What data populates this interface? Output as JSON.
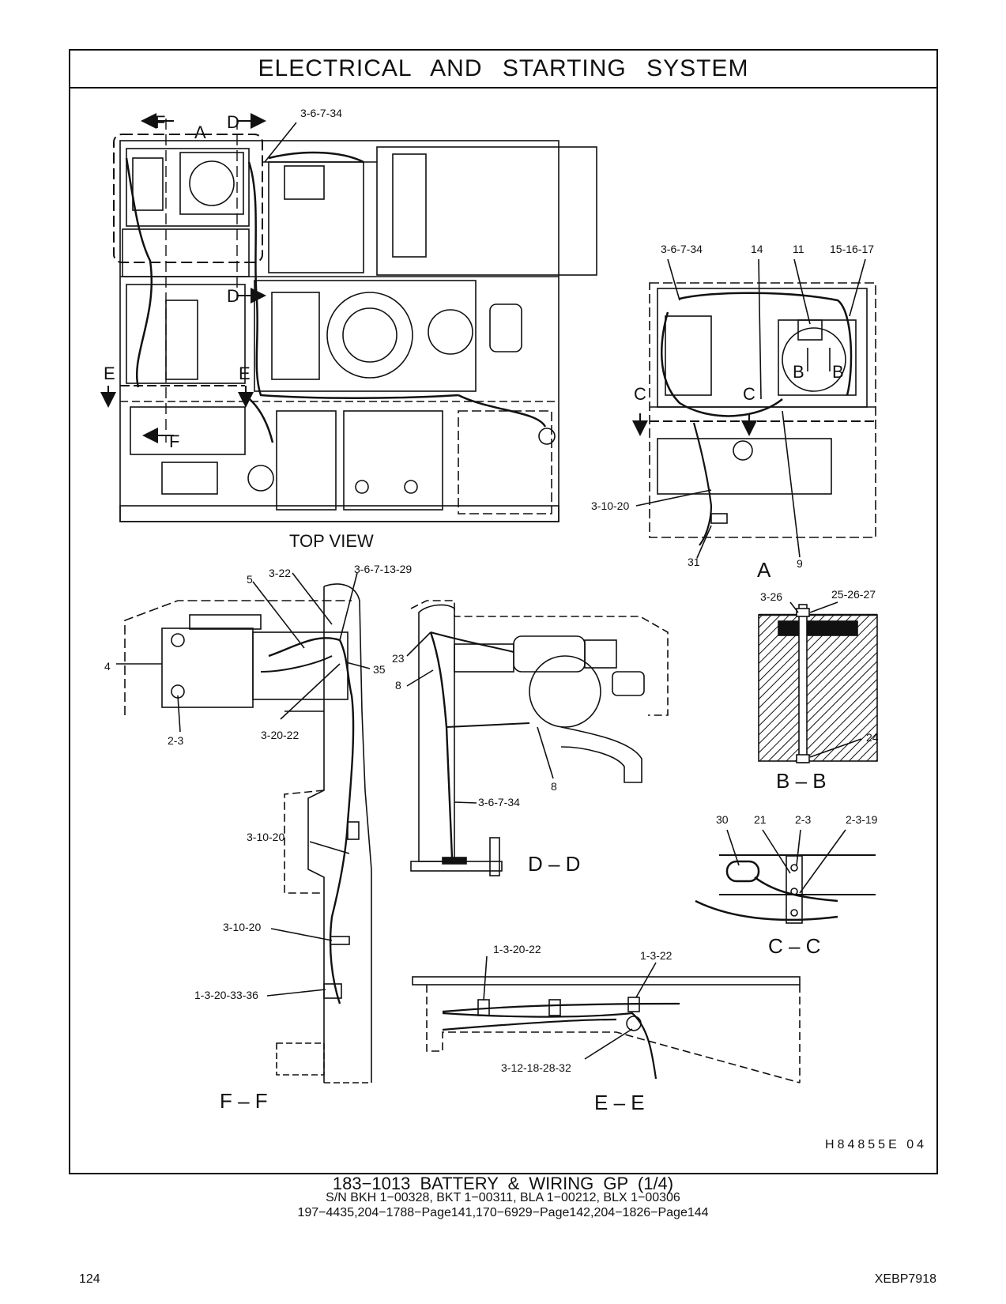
{
  "title": "ELECTRICAL AND STARTING SYSTEM",
  "views": {
    "top": "TOP VIEW",
    "a": "A",
    "bb": "B – B",
    "cc": "C – C",
    "dd": "D – D",
    "ee": "E – E",
    "ff": "F – F"
  },
  "section_markers": {
    "f": "F",
    "a": "A",
    "d": "D",
    "e": "E",
    "b": "B",
    "c": "C"
  },
  "callouts": {
    "top_3_6_7_34": "3-6-7-34",
    "a_3_6_7_34": "3-6-7-34",
    "a_14": "14",
    "a_11": "11",
    "a_15_16_17": "15-16-17",
    "a_3_10_20": "3-10-20",
    "a_31": "31",
    "a_9": "9",
    "bb_3_26": "3-26",
    "bb_25_26_27": "25-26-27",
    "bb_24": "24",
    "cc_30": "30",
    "cc_21": "21",
    "cc_2_3": "2-3",
    "cc_2_3_19": "2-3-19",
    "ff_3_22": "3-22",
    "ff_3_6_7_13_29": "3-6-7-13-29",
    "ff_5": "5",
    "ff_4": "4",
    "ff_35": "35",
    "ff_2_3": "2-3",
    "ff_3_20_22": "3-20-22",
    "ff_3_10_20_a": "3-10-20",
    "ff_3_10_20_b": "3-10-20",
    "ff_1_3_20_33_36": "1-3-20-33-36",
    "dd_23": "23",
    "dd_8_a": "8",
    "dd_8_b": "8",
    "dd_3_6_7_34": "3-6-7-34",
    "ee_1_3_20_22": "1-3-20-22",
    "ee_1_3_22": "1-3-22",
    "ee_3_12_18_28_32": "3-12-18-28-32"
  },
  "drawing_ref": "H84855E 04",
  "caption": {
    "line1": "183−1013 BATTERY & WIRING GP (1/4)",
    "line2": "S/N BKH 1−00328, BKT 1−00311, BLA 1−00212, BLX 1−00306",
    "line3": "197−4435,204−1788−Page141,170−6929−Page142,204−1826−Page144"
  },
  "page_number": "124",
  "document_id": "XEBP7918"
}
